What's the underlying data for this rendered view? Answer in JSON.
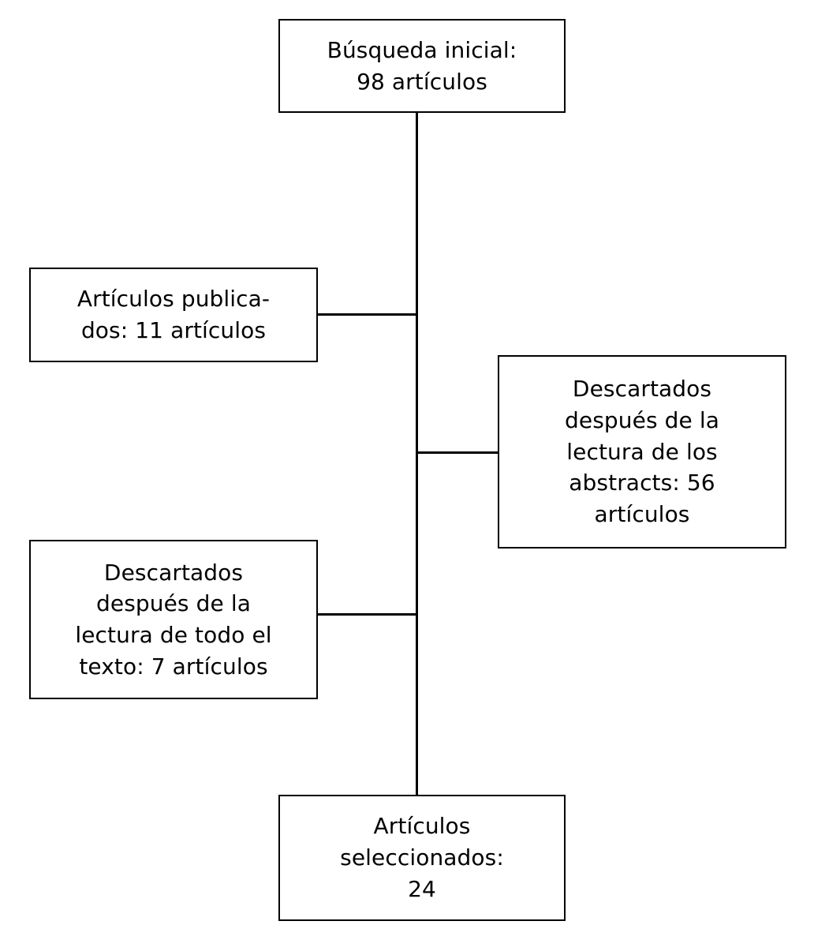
{
  "diagram": {
    "type": "flowchart",
    "title": "Diagrama de flujo de selección de artículos",
    "language": "es",
    "colors": {
      "background": "#ffffff",
      "box_border": "#000000",
      "box_fill": "#ffffff",
      "connector": "#000000",
      "text": "#000000"
    },
    "nodes": [
      {
        "id": "initial-search",
        "label": "Búsqueda inicial:\n98 artículos",
        "line1": "Búsqueda inicial:",
        "line2": "98 artículos",
        "count": 98,
        "role": "start"
      },
      {
        "id": "published",
        "label": "Artículos publica-\ndos: 11 artículos",
        "line1": "Artículos publica-",
        "line2": "dos: 11 artículos",
        "count": 11,
        "role": "branch-left"
      },
      {
        "id": "discarded-abstracts",
        "label": "Descartados\ndespués de la\nlectura de los\nabstracts: 56\nartículos",
        "line1": "Descartados",
        "line2": "después de la",
        "line3": "lectura de los",
        "line4": "abstracts: 56",
        "line5": "artículos",
        "count": 56,
        "role": "branch-right"
      },
      {
        "id": "discarded-fulltext",
        "label": "Descartados\ndespués de la\nlectura de todo el\ntexto: 7 artículos",
        "line1": "Descartados",
        "line2": "después de la",
        "line3": "lectura de todo el",
        "line4": "texto: 7 artículos",
        "count": 7,
        "role": "branch-left"
      },
      {
        "id": "selected",
        "label": "Artículos\nseleccionados:\n24",
        "line1": "Artículos",
        "line2": "seleccionados:",
        "line3": "24",
        "count": 24,
        "role": "end"
      }
    ],
    "connectors": [
      {
        "id": "trunk",
        "from": "initial-search",
        "to": "selected",
        "orientation": "vertical"
      },
      {
        "id": "to-published",
        "from": "trunk",
        "to": "published",
        "orientation": "horizontal"
      },
      {
        "id": "to-discarded-abstracts",
        "from": "trunk",
        "to": "discarded-abstracts",
        "orientation": "horizontal"
      },
      {
        "id": "to-discarded-fulltext",
        "from": "trunk",
        "to": "discarded-fulltext",
        "orientation": "horizontal"
      }
    ]
  }
}
